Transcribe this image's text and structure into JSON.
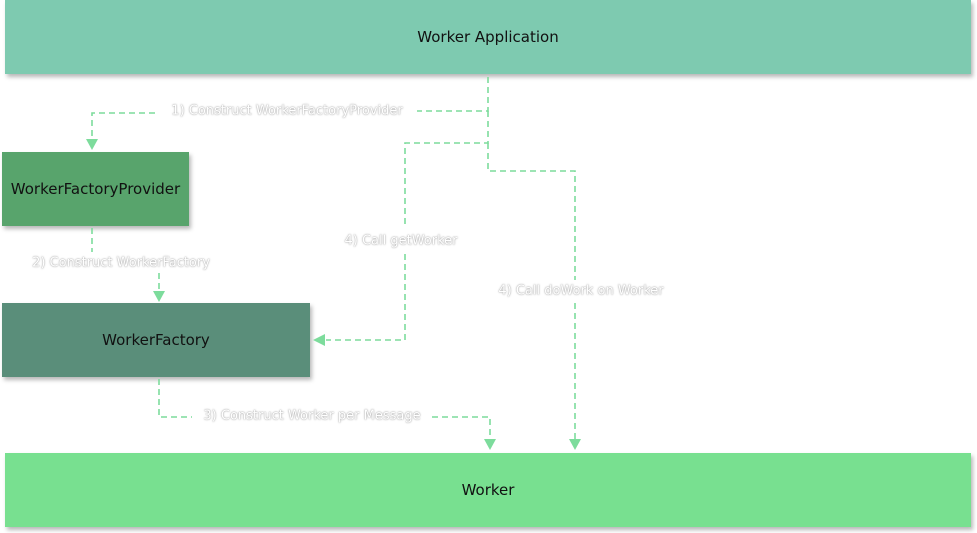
{
  "colors": {
    "app": "#7ecab0",
    "provider": "#58a46c",
    "factory": "#5a8e7a",
    "worker": "#78e090",
    "connector": "#7ddc9c"
  },
  "nodes": {
    "app": "Worker Application",
    "provider": "WorkerFactoryProvider",
    "factory": "WorkerFactory",
    "worker": "Worker"
  },
  "edges": {
    "construct_provider": "1) Construct WorkerFactoryProvider",
    "construct_factory": "2) Construct WorkerFactory",
    "construct_worker": "3) Construct Worker per Message",
    "call_get_worker": "4) Call getWorker",
    "call_do_work": "4) Call doWork on Worker"
  }
}
